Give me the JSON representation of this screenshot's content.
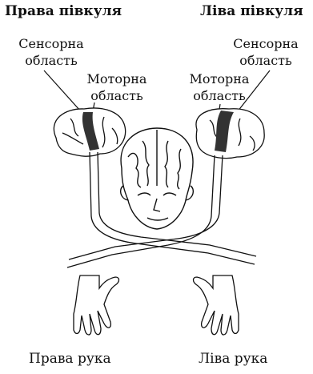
{
  "labels": {
    "right_hemisphere": "Права півкуля",
    "left_hemisphere": "Ліва півкуля",
    "sensory_area_left_line1": "Сенсорна",
    "sensory_area_left_line2": "область",
    "motor_area_left_line1": "Моторна",
    "motor_area_left_line2": "область",
    "sensory_area_right_line1": "Сенсорна",
    "sensory_area_right_line2": "область",
    "motor_area_right_line1": "Моторна",
    "motor_area_right_line2": "область",
    "right_hand": "Права рука",
    "left_hand": "Ліва рука"
  }
}
